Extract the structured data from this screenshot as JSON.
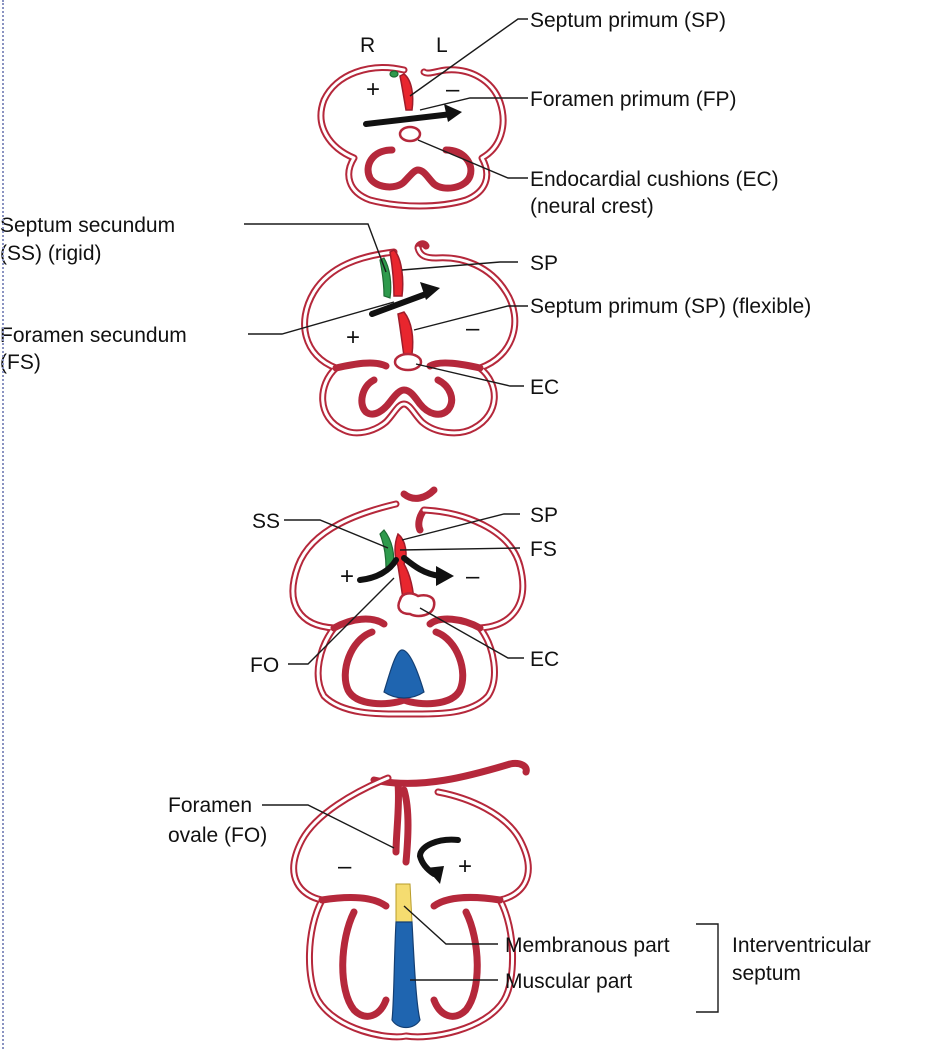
{
  "panel1": {
    "side_right": "R",
    "side_left": "L",
    "plus": "+",
    "minus": "–",
    "labels": {
      "septum_primum": "Septum primum (SP)",
      "foramen_primum": "Foramen primum (FP)",
      "endocardial_cushions_1": "Endocardial cushions (EC)",
      "endocardial_cushions_2": "(neural crest)"
    }
  },
  "panel2": {
    "plus": "+",
    "minus": "–",
    "labels": {
      "septum_secundum_1": "Septum secundum",
      "septum_secundum_2": "(SS) (rigid)",
      "foramen_secundum_1": "Foramen secundum",
      "foramen_secundum_2": "(FS)",
      "sp": "SP",
      "septum_primum_flexible": "Septum primum (SP) (flexible)",
      "ec": "EC"
    }
  },
  "panel3": {
    "plus": "+",
    "minus": "–",
    "labels": {
      "ss": "SS",
      "sp": "SP",
      "fs": "FS",
      "fo": "FO",
      "ec": "EC"
    }
  },
  "panel4": {
    "plus": "+",
    "minus": "–",
    "labels": {
      "foramen_ovale_1": "Foramen",
      "foramen_ovale_2": "ovale (FO)",
      "membranous_part": "Membranous part",
      "muscular_part": "Muscular part",
      "interventricular_1": "Interventricular",
      "interventricular_2": "septum"
    }
  },
  "colors": {
    "heart_wall": "#b5283b",
    "septum_primum": "#e8262e",
    "septum_secundum": "#2e9a4c",
    "muscular_septum": "#1f65b0",
    "membranous_septum": "#f5dc70"
  }
}
